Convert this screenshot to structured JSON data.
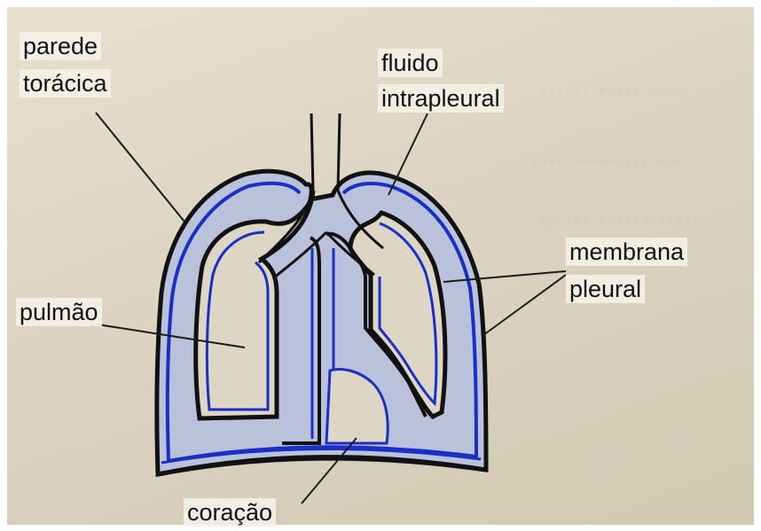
{
  "labels": {
    "chest_wall_line1": "parede",
    "chest_wall_line2": "torácica",
    "intrapleural_line1": "fluido",
    "intrapleural_line2": "intrapleural",
    "membrane_line1": "membrana",
    "membrane_line2": "pleural",
    "lung": "pulmão",
    "heart": "coração"
  },
  "colors": {
    "background": "#ddd6c4",
    "pleural_fill": "#b9c2da",
    "membrane_blue": "#1a2fc4",
    "outline": "#111111"
  }
}
